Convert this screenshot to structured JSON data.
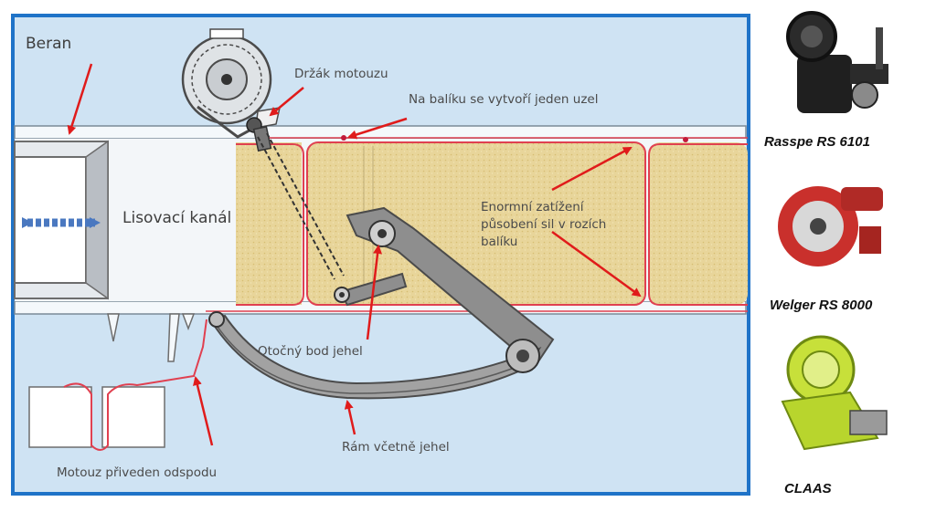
{
  "diagram": {
    "labels": {
      "ram": "Beran",
      "twine_holder": "Držák motouzu",
      "knot_note": "Na balíku se vytvoří jeden uzel",
      "channel": "Lisovací kanál",
      "load_note_1": "Enormní zatížení",
      "load_note_2": "působení sil v rozích",
      "load_note_3": "balíku",
      "pivot": "Otočný bod jehel",
      "frame": "Rám včetně jehel",
      "twine_feed": "Motouz přiveden odspodu"
    },
    "colors": {
      "background": "#cfe3f3",
      "border": "#1f73c8",
      "bale": "#e8d59a",
      "twine": "#e04050",
      "arrow": "#e01b1b",
      "mechanism": "#8e8e8e"
    }
  },
  "knotters": [
    {
      "name": "Rasspe RS 6101",
      "icon": "knotter-black-icon"
    },
    {
      "name": "Welger  RS 8000",
      "icon": "knotter-red-icon"
    },
    {
      "name": "CLAAS",
      "icon": "knotter-yellow-icon"
    }
  ]
}
